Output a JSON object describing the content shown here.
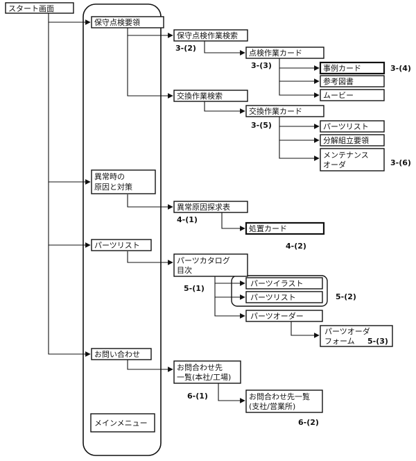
{
  "boxes": {
    "start": [
      "スタート画面"
    ],
    "hoshu": [
      "保守点検要領"
    ],
    "hoshu_sakugyo": [
      "保守点検作業検索"
    ],
    "tenken_card": [
      "点検作業カード"
    ],
    "jirei_card": [
      "事例カード"
    ],
    "sanko_tosho": [
      "参考図書"
    ],
    "movie": [
      "ムービー"
    ],
    "kokan_kensaku": [
      "交換作業検索"
    ],
    "kokan_card": [
      "交換作業カード"
    ],
    "parts_list_a": [
      "パーツリスト"
    ],
    "bunkai": [
      "分解組立要領"
    ],
    "maint_order": [
      "メンテナンス",
      "オーダ"
    ],
    "ijo": [
      "異常時の",
      "原因と対策"
    ],
    "ijo_genin": [
      "異常原因探求表"
    ],
    "shochi_card": [
      "処置カード"
    ],
    "parts_list_menu": [
      "パーツリスト"
    ],
    "parts_catalog": [
      "パーツカタログ",
      "目次"
    ],
    "parts_illust": [
      "パーツイラスト"
    ],
    "parts_list_b": [
      "パーツリスト"
    ],
    "parts_order": [
      "パーツオーダー"
    ],
    "parts_order_form": [
      "パーツオーダ",
      "フォーム"
    ],
    "toiawase": [
      "お問い合わせ"
    ],
    "toiawase_honsha": [
      "お問合わせ先",
      "一覧(本社/工場)"
    ],
    "toiawase_shisha": [
      "お問合わせ先一覧",
      "(支社/営業所)"
    ],
    "main_menu": [
      "メインメニュー"
    ]
  },
  "refs": {
    "r3_2": "3-(2)",
    "r3_3": "3-(3)",
    "r3_4": "3-(4)",
    "r3_5": "3-(5)",
    "r3_6": "3-(6)",
    "r4_1": "4-(1)",
    "r4_2": "4-(2)",
    "r5_1": "5-(1)",
    "r5_2": "5-(2)",
    "r5_3": "5-(3)",
    "r6_1": "6-(1)",
    "r6_2": "6-(2)"
  }
}
